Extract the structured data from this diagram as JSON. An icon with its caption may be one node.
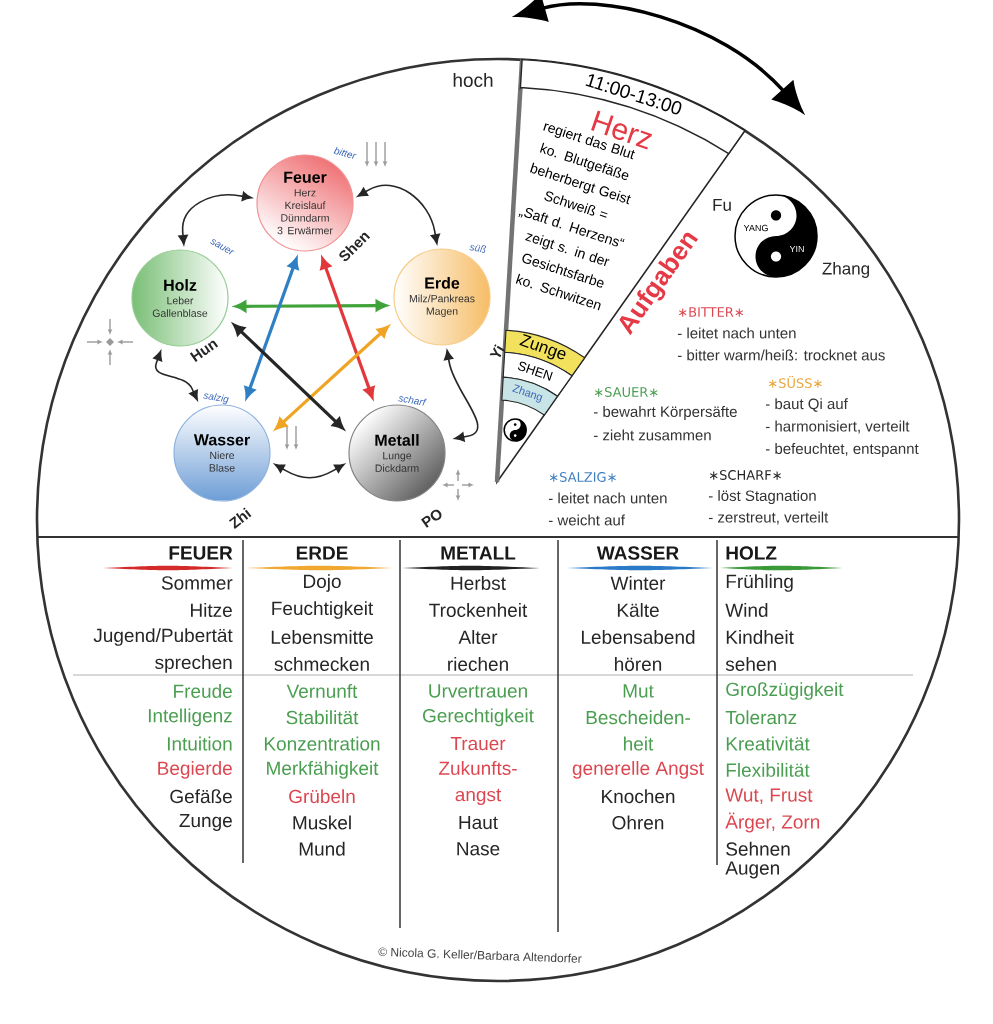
{
  "diagram": {
    "nodes": [
      {
        "text": [
          "Feuer",
          "Herz Kreislauf Dünndarm 3 Erwärmer"
        ],
        "beside": [
          "bitter",
          "Shen"
        ]
      },
      {
        "text": [
          "Holz",
          "Leber Gallenblase"
        ],
        "beside": [
          "sauer",
          "Hun"
        ]
      },
      {
        "text": [
          "Erde",
          "Milz/Pankreas Magen"
        ],
        "beside": [
          "süß",
          "Yi"
        ]
      },
      {
        "text": [
          "Wasser",
          "Niere Blase"
        ],
        "beside": [
          "salzig",
          "Zhi"
        ]
      },
      {
        "text": [
          "Metall",
          "Lunge Dickdarm"
        ],
        "beside": [
          "scharf",
          "PO"
        ]
      },
      {
        "text": [
          "Herz",
          "regiert das Blut ko. Blutgefäße beherbergt Geist Schweiß = „Saft d. Herzens“ zeigt s. in der Gesichtsfarbe ko. Schwitzen"
        ],
        "beside": [
          "Aufgaben"
        ]
      },
      {
        "text": [
          "11:00-13:00"
        ],
        "in": 5
      },
      {
        "text": [
          "Zunge"
        ],
        "in": 5
      },
      {
        "text": [
          "SHEN"
        ],
        "in": 5
      },
      {
        "text": [
          "Zhang"
        ],
        "in": 5
      },
      {
        "text": [
          "YANG",
          "YIN"
        ],
        "beside": [
          "Fu",
          "Zhang"
        ]
      }
    ],
    "edges": [
      {
        "from": 0,
        "to": 2,
        "arrow": "both"
      },
      {
        "from": 2,
        "to": 4,
        "arrow": "both"
      },
      {
        "from": 4,
        "to": 3,
        "arrow": "both"
      },
      {
        "from": 3,
        "to": 1,
        "arrow": "both"
      },
      {
        "from": 1,
        "to": 0,
        "arrow": "both"
      },
      {
        "from": 1,
        "to": 2,
        "arrow": "both",
        "style": "thick",
        "color": "#3fa33a"
      },
      {
        "from": 0,
        "to": 3,
        "arrow": "both",
        "style": "thick",
        "color": "#2f7fc4"
      },
      {
        "from": 0,
        "to": 4,
        "arrow": "both",
        "style": "thick",
        "color": "#e2383c"
      },
      {
        "from": 2,
        "to": 3,
        "arrow": "both",
        "style": "thick",
        "color": "#f0a424"
      },
      {
        "from": 4,
        "to": 1,
        "arrow": "both",
        "style": "thick"
      }
    ],
    "labels": [
      "hoch",
      "∗BITTER∗",
      "- leitet nach unten",
      "- bitter warm/heiß: trocknet aus",
      "∗SAUER∗",
      "- bewahrt Körpersäfte",
      "- zieht zusammen",
      "∗SÜSS∗",
      "- baut Qi auf",
      "- harmonisiert, verteilt",
      "- befeuchtet, entspannt",
      "∗SALZIG∗",
      "- leitet nach unten",
      "- weicht auf",
      "∗SCHARF∗",
      "- löst Stagnation",
      "- zerstreut, verteilt",
      "FEUER",
      "ERDE",
      "METALL",
      "WASSER",
      "HOLZ",
      "Sommer",
      "Dojo",
      "Herbst",
      "Winter",
      "Frühling",
      "Hitze",
      "Feuchtigkeit",
      "Trockenheit",
      "Kälte",
      "Wind",
      "Jugend/Pubertät",
      "Lebensmitte",
      "Alter",
      "Lebensabend",
      "Kindheit",
      "sprechen",
      "schmecken",
      "riechen",
      "hören",
      "sehen",
      "Freude",
      "Vernunft",
      "Urvertrauen",
      "Mut",
      "Großzügigkeit",
      "Intelligenz",
      "Stabilität",
      "Gerechtigkeit",
      "Bescheiden- heit",
      "Toleranz",
      "Intuition",
      "Konzentration",
      "Trauer",
      "Kreativität",
      "Begierde",
      "Merkfähigkeit",
      "Zukunfts- angst",
      "generelle Angst",
      "Flexibilität",
      "Gefäße",
      "Grübeln",
      "Knochen",
      "Wut, Frust",
      "Zunge",
      "Muskel",
      "Haut",
      "Ohren",
      "Ärger, Zorn",
      "Mund",
      "Nase",
      "Sehnen",
      "Augen",
      "© Nicola G. Keller/Barbara Altendorfer"
    ]
  }
}
